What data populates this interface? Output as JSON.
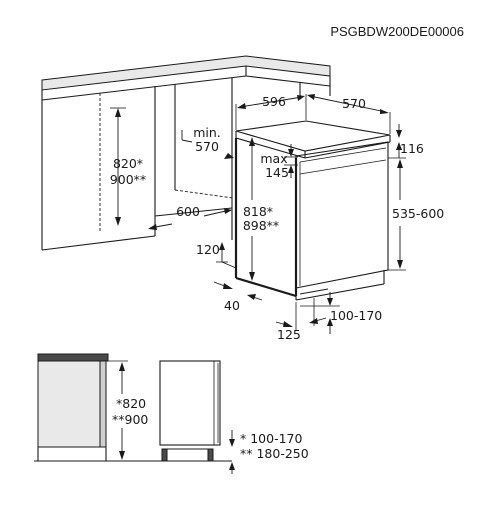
{
  "code": "PSGBDW200DE00006",
  "dims": {
    "niche_width": "600",
    "niche_height_1": "820*",
    "niche_height_2": "900**",
    "min_depth_label": "min.",
    "min_depth_value": "570",
    "width": "596",
    "depth": "570",
    "top_clearance": "116",
    "max_label": "max",
    "max_value": "145",
    "height_1": "818*",
    "height_2": "898**",
    "door_range": "535-600",
    "plinth_depth": "120",
    "foot_offset": "40",
    "plinth_height": "100-170",
    "foot_depth": "125"
  },
  "side_view": {
    "height_1": "*820",
    "height_2": "**900",
    "plinth_1": "* 100-170",
    "plinth_2": "** 180-250"
  }
}
